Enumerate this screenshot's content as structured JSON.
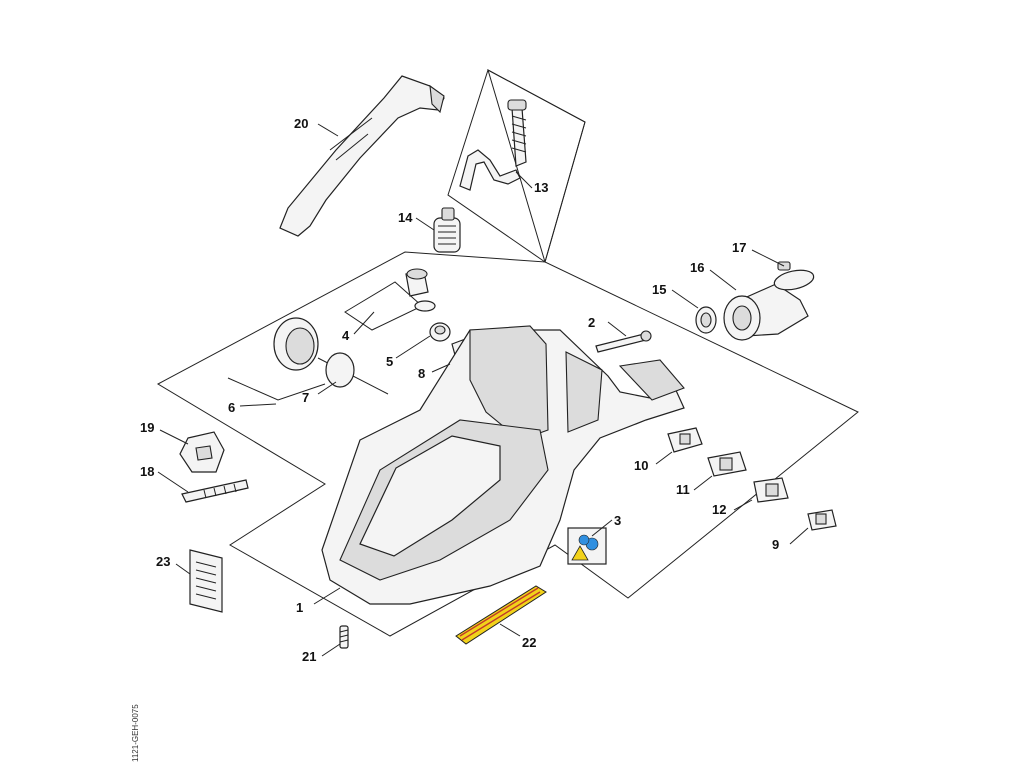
{
  "diagram": {
    "parts": [
      {
        "id": "1",
        "label": "1"
      },
      {
        "id": "2",
        "label": "2"
      },
      {
        "id": "3",
        "label": "3"
      },
      {
        "id": "4",
        "label": "4"
      },
      {
        "id": "5",
        "label": "5"
      },
      {
        "id": "6",
        "label": "6"
      },
      {
        "id": "7",
        "label": "7"
      },
      {
        "id": "8",
        "label": "8"
      },
      {
        "id": "9",
        "label": "9"
      },
      {
        "id": "10",
        "label": "10"
      },
      {
        "id": "11",
        "label": "11"
      },
      {
        "id": "12",
        "label": "12"
      },
      {
        "id": "13",
        "label": "13"
      },
      {
        "id": "14",
        "label": "14"
      },
      {
        "id": "15",
        "label": "15"
      },
      {
        "id": "16",
        "label": "16"
      },
      {
        "id": "17",
        "label": "17"
      },
      {
        "id": "18",
        "label": "18"
      },
      {
        "id": "19",
        "label": "19"
      },
      {
        "id": "20",
        "label": "20"
      },
      {
        "id": "21",
        "label": "21"
      },
      {
        "id": "22",
        "label": "22"
      },
      {
        "id": "23",
        "label": "23"
      }
    ],
    "drawing_code": "1121-GEH-0075",
    "colors": {
      "line": "#222222",
      "part_fill": "#f4f4f4",
      "decal_yellow": "#f2d21a",
      "decal_stripe": "#c0392b",
      "warning_blue": "#2f8fe0"
    }
  }
}
